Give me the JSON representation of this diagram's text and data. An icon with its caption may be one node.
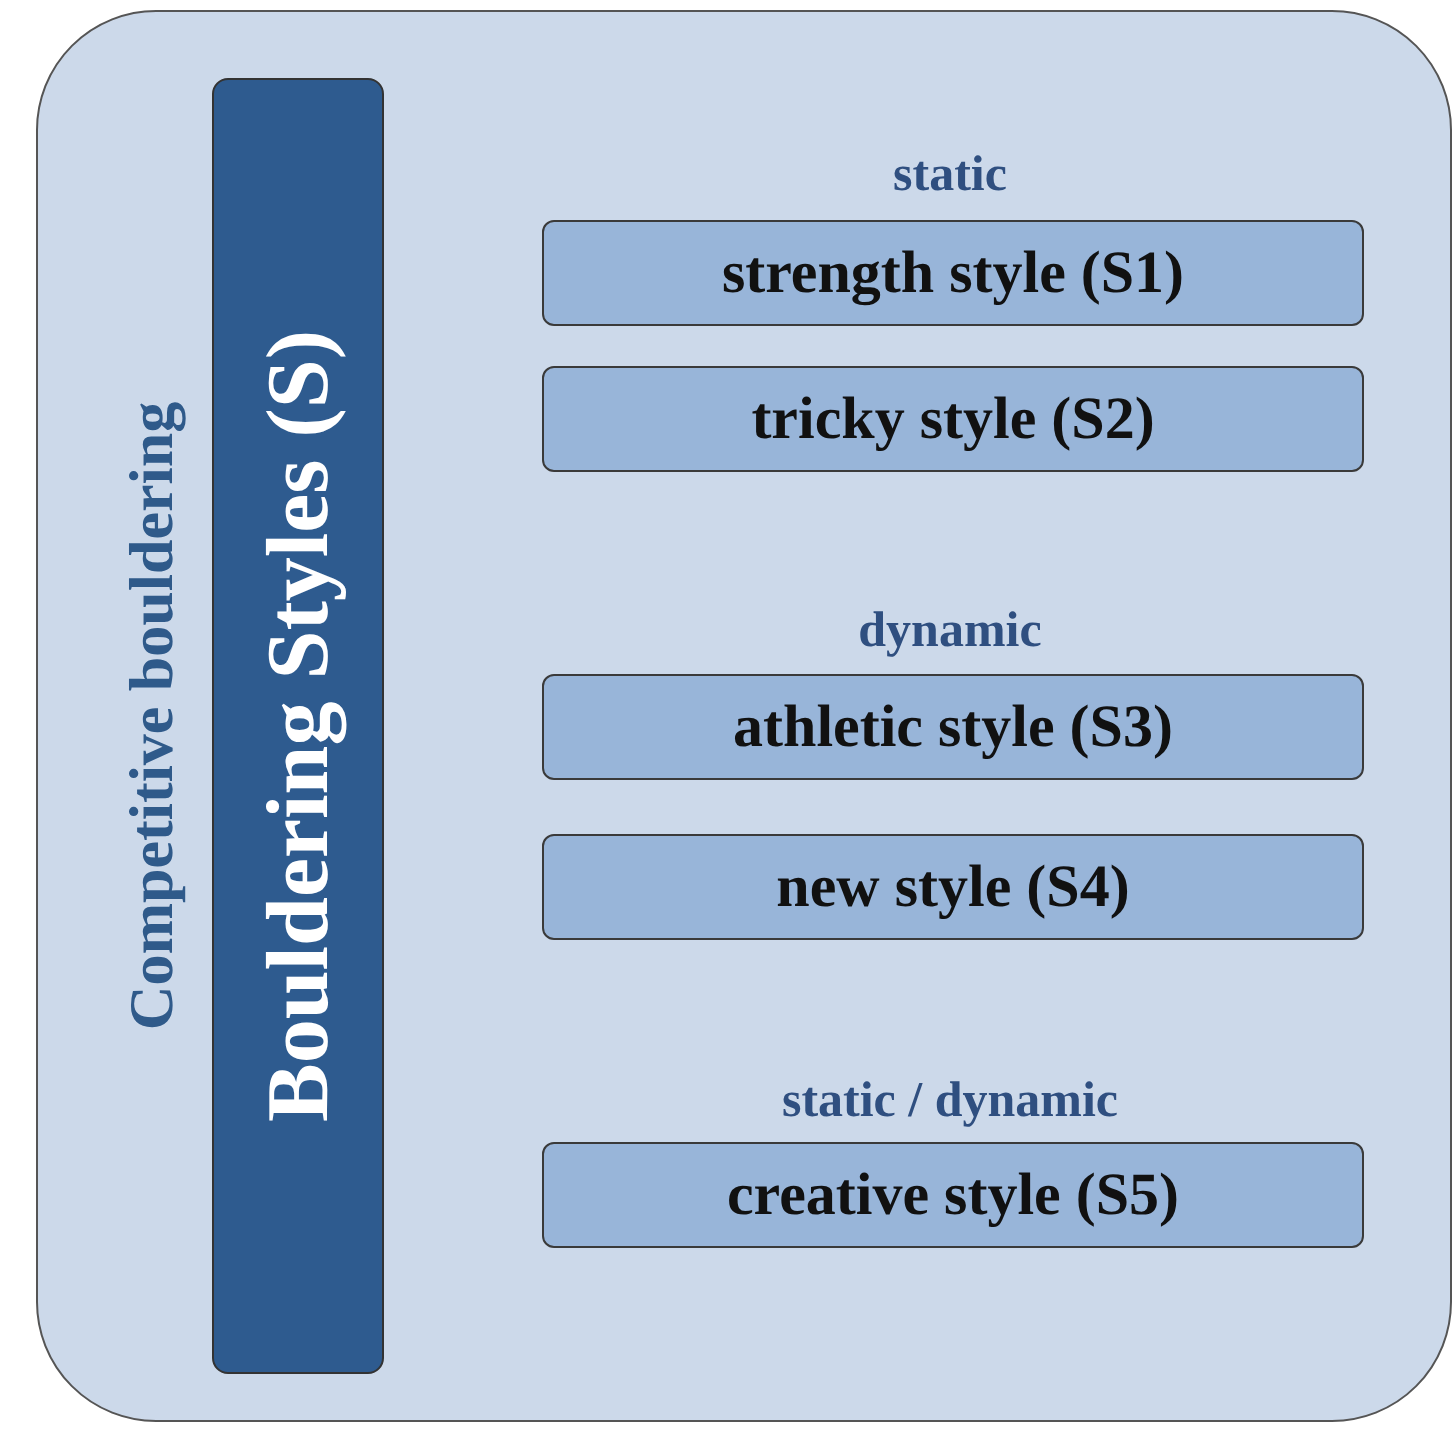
{
  "diagram": {
    "nodes": [
      {
        "text": [
          "Competitive bouldering"
        ]
      },
      {
        "text": [
          "Bouldering Styles (S)"
        ],
        "in": 0
      },
      {
        "text": [
          "strength style (S1)"
        ],
        "in": 0
      },
      {
        "text": [
          "tricky style (S2)"
        ],
        "in": 0
      },
      {
        "text": [
          "athletic style (S3)"
        ],
        "in": 0
      },
      {
        "text": [
          "new style (S4)"
        ],
        "in": 0
      },
      {
        "text": [
          "creative style (S5)"
        ],
        "in": 0
      }
    ],
    "labels": [
      "static",
      "dynamic",
      "static / dynamic"
    ]
  }
}
